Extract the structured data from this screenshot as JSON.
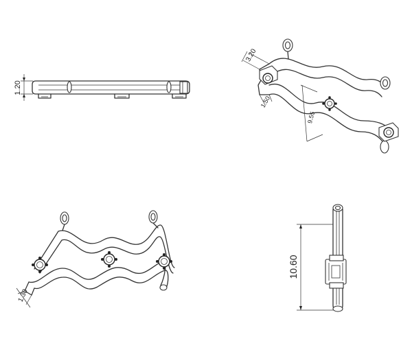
{
  "views": {
    "side": {
      "height_dim": "1.20"
    },
    "perspective": {
      "dim_top": "3.20",
      "dim_bottom": "1.50",
      "dim_diag": "9.55"
    },
    "front": {
      "dim": "1.30"
    },
    "end": {
      "height_dim": "10.60"
    }
  },
  "colors": {
    "line": "#333333",
    "background": "#ffffff"
  }
}
